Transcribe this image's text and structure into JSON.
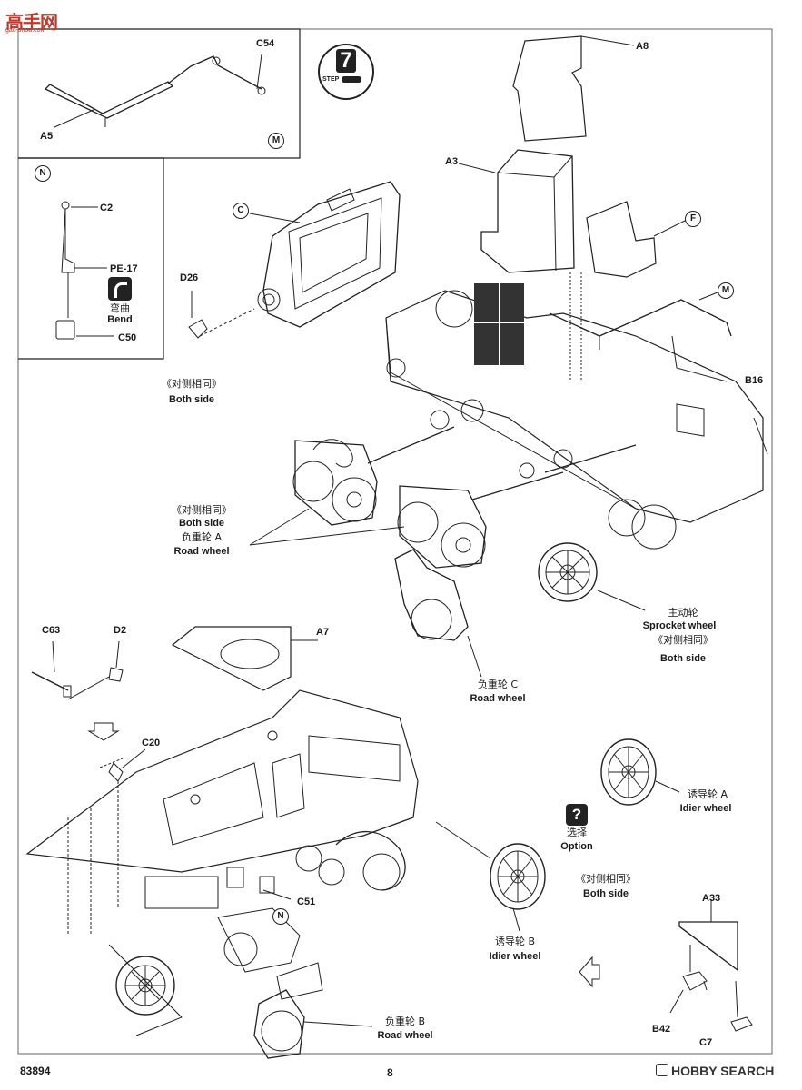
{
  "watermark": {
    "logo_text": "高手网",
    "url": "gao-shou.com"
  },
  "step": {
    "number": "7",
    "word": "STEP"
  },
  "labels": {
    "A5": "A5",
    "C54": "C54",
    "C2": "C2",
    "PE17": "PE-17",
    "C50": "C50",
    "D26": "D26",
    "A3": "A3",
    "A8": "A8",
    "B16": "B16",
    "C63": "C63",
    "D2": "D2",
    "A7": "A7",
    "C20": "C20",
    "C51": "C51",
    "A33": "A33",
    "B42": "B42",
    "C7": "C7"
  },
  "circle_markers": {
    "M_top": "M",
    "N_box": "N",
    "C": "C",
    "F": "F",
    "M_right": "M",
    "N_bottom": "N"
  },
  "bend": {
    "cn": "弯曲",
    "en": "Bend"
  },
  "both_side_top": {
    "cn": "《对侧相同》",
    "en": "Both side"
  },
  "road_wheel_a": {
    "cn_both": "《对侧相同》",
    "en_both": "Both side",
    "cn": "负重轮 A",
    "en": "Road wheel"
  },
  "sprocket": {
    "cn": "主动轮",
    "en": "Sprocket wheel",
    "cn_both": "《对侧相同》",
    "en_both": "Both side"
  },
  "road_wheel_c": {
    "cn": "负重轮 C",
    "en": "Road wheel"
  },
  "idler_a": {
    "cn": "诱导轮 A",
    "en": "Idier wheel"
  },
  "option": {
    "icon": "?",
    "cn": "选择",
    "en": "Option"
  },
  "both_side_mid": {
    "cn": "《对侧相同》",
    "en": "Both side"
  },
  "idler_b": {
    "cn": "诱导轮 B",
    "en": "Idier wheel"
  },
  "road_wheel_b": {
    "cn": "负重轮 B",
    "en": "Road wheel"
  },
  "footer": {
    "code": "83894",
    "page": "8",
    "brand": "HOBBY SEARCH"
  }
}
